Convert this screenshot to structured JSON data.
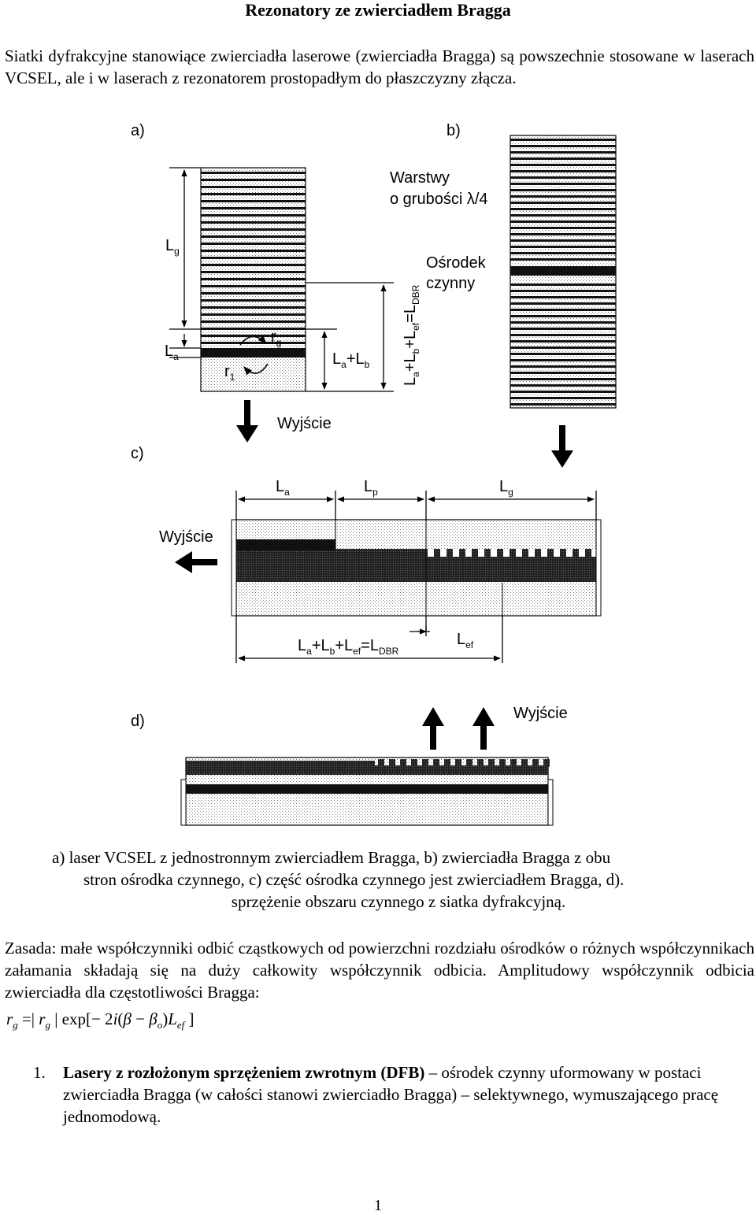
{
  "title": "Rezonatory ze zwierciadłem Bragga",
  "intro": "Siatki dyfrakcyjne stanowiące zwierciadła laserowe (zwierciadła Bragga) są powszechnie stosowane w laserach VCSEL, ale i w laserach z rezonatorem prostopadłym do płaszczyzny złącza.",
  "figure": {
    "panel_a": "a)",
    "panel_b": "b)",
    "panel_c": "c)",
    "panel_d": "d)",
    "layers_line1": "Warstwy",
    "layers_line2": "o grubości λ/4",
    "active_line1": "Ośrodek",
    "active_line2": "czynny",
    "output": "Wyjście",
    "L": "L",
    "r": "r",
    "sub_g": "g",
    "sub_a": "a",
    "sub_1": "1",
    "sub_b": "b",
    "sub_p": "p",
    "sub_ef": "ef",
    "sub_DBR": "DBR",
    "plus": "+",
    "equals": "="
  },
  "caption": {
    "line1": "a)   laser VCSEL z jednostronnym zwierciadłem Bragga, b) zwierciadła Bragga z obu",
    "line2": "stron ośrodka czynnego, c) część ośrodka czynnego jest zwierciadłem Bragga, d).",
    "line3": "sprzężenie obszaru czynnego z siatka dyfrakcyjną."
  },
  "principle": "Zasada: małe współczynniki odbić cząstkowych od powierzchni rozdziału ośrodków o różnych współczynnikach załamania składają się na duży całkowity współczynnik odbicia. Amplitudowy współczynnik odbicia zwierciadła dla częstotliwości Bragga:",
  "formula": {
    "r": "r",
    "g": "g",
    "eq": " =| ",
    "abs_close": " | exp[− 2",
    "i": "i",
    "open": "(",
    "beta": "β",
    "minus": " − ",
    "o": "o",
    "close": ")",
    "L": "L",
    "ef": "ef",
    "end": " ]"
  },
  "item1": {
    "number": "1.",
    "bold": "Lasery z rozłożonym sprzężeniem zwrotnym (DFB)",
    "rest": " – ośrodek czynny uformowany w postaci zwierciadła Bragga (w całości stanowi zwierciadło Bragga) – selektywnego, wymuszającego pracę jednomodową."
  },
  "page_number": "1"
}
